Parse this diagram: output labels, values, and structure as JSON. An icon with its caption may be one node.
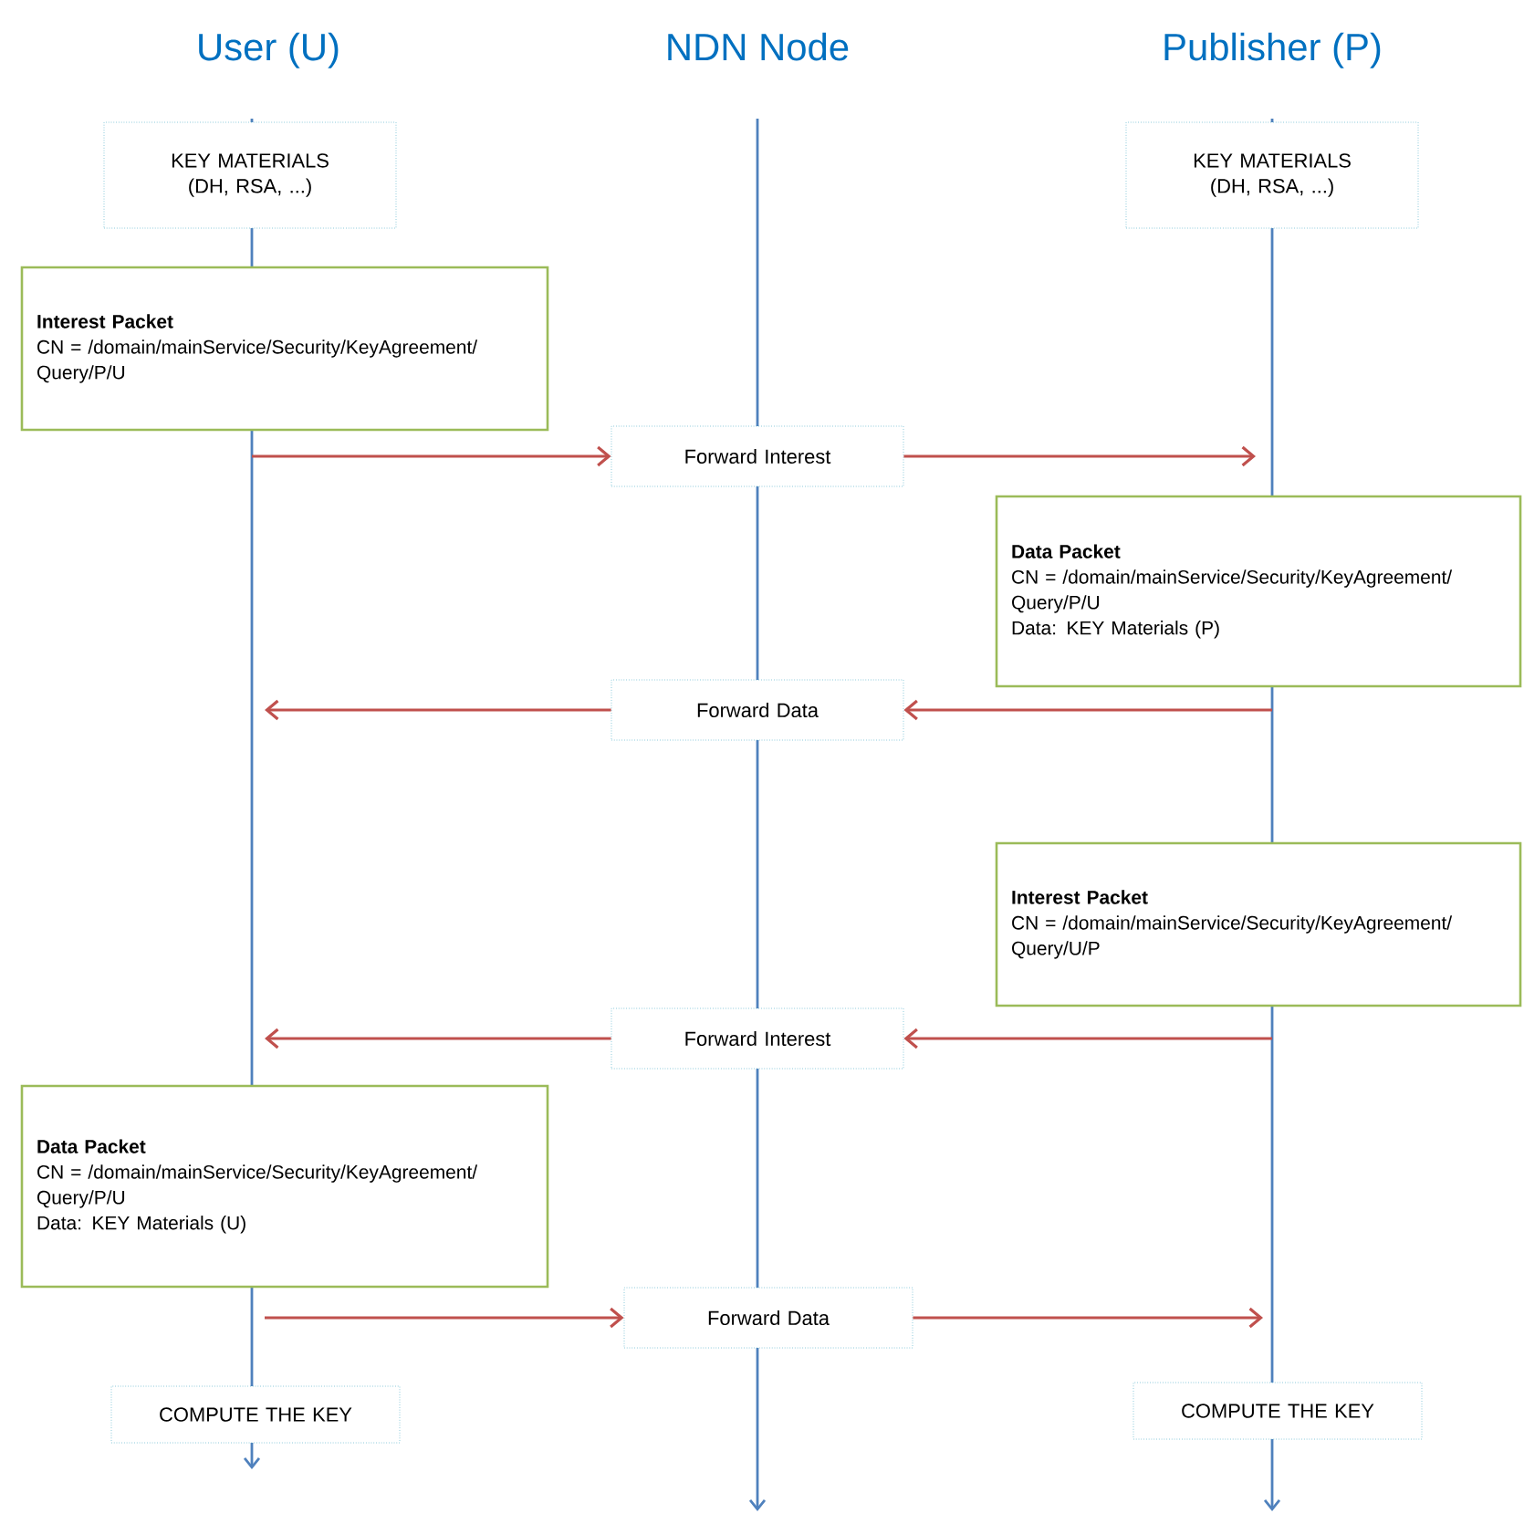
{
  "diagram": {
    "nodes": [
      {
        "text": [
          "KEY MATERIALS (DH, RSA, ...)"
        ]
      },
      {
        "text": [
          "KEY MATERIALS (DH, RSA, ...)"
        ]
      },
      {
        "text": [
          "Interest Packet",
          "CN = /domain/mainService/Security/KeyAgreement/Query/P/U"
        ]
      },
      {
        "text": [
          "Forward Interest"
        ]
      },
      {
        "text": [
          "Data Packet",
          "CN = /domain/mainService/Security/KeyAgreement/Query/P/U",
          "Data: KEY Materials (P)"
        ]
      },
      {
        "text": [
          "Forward Data"
        ]
      },
      {
        "text": [
          "Interest Packet",
          "CN = /domain/mainService/Security/KeyAgreement/Query/U/P"
        ]
      },
      {
        "text": [
          "Forward Interest"
        ]
      },
      {
        "text": [
          "Data Packet",
          "CN = /domain/mainService/Security/KeyAgreement/Query/P/U",
          "Data: KEY Materials (U)"
        ]
      },
      {
        "text": [
          "Forward Data"
        ]
      },
      {
        "text": [
          "COMPUTE THE KEY"
        ]
      },
      {
        "text": [
          "COMPUTE THE KEY"
        ]
      }
    ],
    "edges": [
      {
        "from": null,
        "to": 3,
        "arrow": "to"
      },
      {
        "from": 3,
        "to": null,
        "arrow": "to"
      },
      {
        "from": null,
        "to": 5,
        "arrow": "to"
      },
      {
        "from": 5,
        "to": null,
        "arrow": "to"
      },
      {
        "from": null,
        "to": 7,
        "arrow": "to"
      },
      {
        "from": 7,
        "to": null,
        "arrow": "to"
      },
      {
        "from": null,
        "to": 9,
        "arrow": "to"
      },
      {
        "from": 9,
        "to": null,
        "arrow": "to"
      }
    ],
    "labels": [
      "User (U)",
      "NDN Node",
      "Publisher (P)"
    ]
  }
}
